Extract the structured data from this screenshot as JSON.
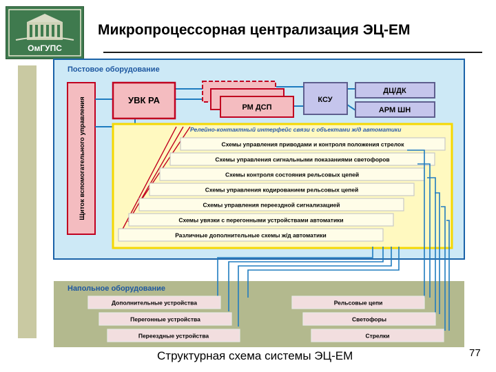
{
  "header": {
    "title": "Микропроцессорная централизация ЭЦ-ЕМ",
    "logo_text": "ОмГУПС"
  },
  "diagram": {
    "post_section_label": "Постовое оборудование",
    "floor_section_label": "Напольное оборудование",
    "control_panel_label": "Щиток вспомогательного управления",
    "uvk_label": "УВК РА",
    "rm_dsp_label": "РМ ДСП",
    "ksu_label": "КСУ",
    "dc_dk_label": "ДЦ/ДК",
    "arm_shn_label": "АРМ ШН",
    "interface_label": "Релейно-контактный интерфейс связи  с объектами ж/д автоматики",
    "circuits": [
      "Схемы управления приводами и контроля положения стрелок",
      "Схемы управления сигнальными показаниями светофоров",
      "Схемы контроля состояния рельсовых цепей",
      "Схемы управления кодированием рельсовых цепей",
      "Схемы управления переездной сигнализацией",
      "Схемы увязки с перегонными устройствами автоматики",
      "Различные дополнительные схемы ж/д автоматики"
    ],
    "floor_left": [
      "Дополнительные устройства",
      "Перегонные устройства",
      "Переездные устройства"
    ],
    "floor_right": [
      "Рельсовые цепи",
      "Светофоры",
      "Стрелки"
    ]
  },
  "footer": {
    "caption": "Структурная схема системы ЭЦ-ЕМ",
    "page_number": "77"
  },
  "colors": {
    "post_bg": "#cde9f6",
    "floor_bg": "#b3b98e",
    "red_block": "#f4bcc0",
    "red_border": "#c0001f",
    "purple_block": "#c5c5ec",
    "yellow_bg": "#fff9c0",
    "yellow_border": "#f5d800",
    "connector": "#1e7bbf"
  }
}
